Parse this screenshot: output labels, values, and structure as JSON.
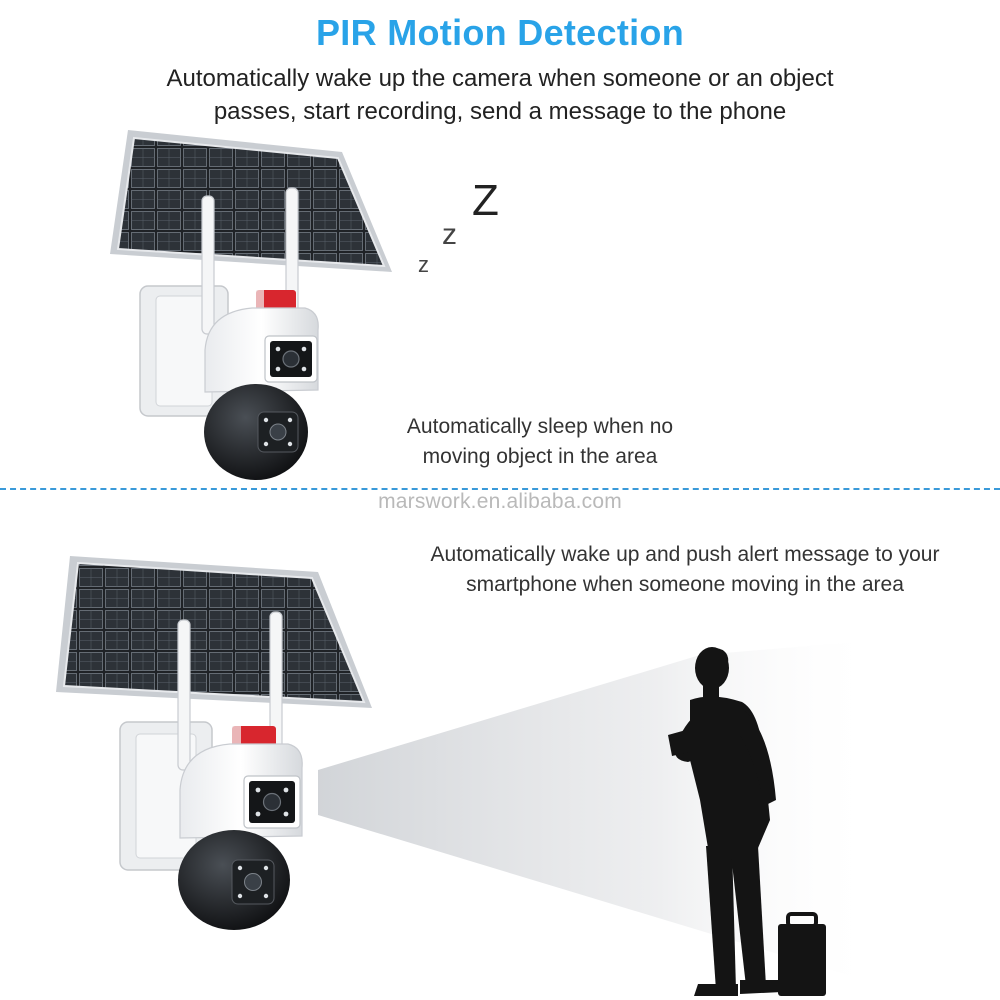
{
  "header": {
    "title": "PIR Motion Detection",
    "subtitle_line1": "Automatically wake up the camera when someone or an object",
    "subtitle_line2": "passes, start recording, send a message to the phone"
  },
  "sleep_section": {
    "sleep_letters": [
      "z",
      "z",
      "Z"
    ],
    "caption_line1": "Automatically sleep when no",
    "caption_line2": "moving object in the area"
  },
  "watermark": "marswork.en.alibaba.com",
  "wake_section": {
    "caption_line1": "Automatically wake up and push alert message to your",
    "caption_line2": "smartphone when someone moving in the area"
  },
  "colors": {
    "title_accent": "#29a3e8",
    "divider": "#3a9ad9",
    "alarm_light": "#d8262e"
  },
  "icons": [
    "solar-panel-icon",
    "ptz-camera-icon",
    "person-silhouette-icon",
    "briefcase-icon"
  ]
}
